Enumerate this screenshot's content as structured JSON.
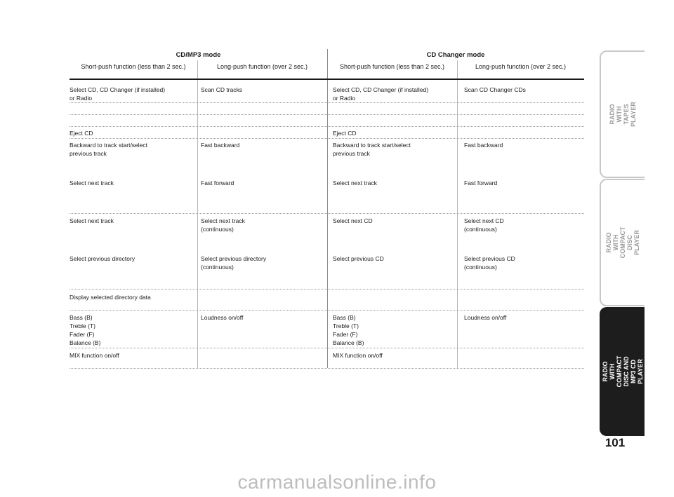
{
  "headers": {
    "group_left": "CD/MP3 mode",
    "group_right": "CD Changer mode",
    "sub": [
      "Short-push function (less than 2 sec.)",
      "Long-push function (over 2 sec.)",
      "Short-push function (less than 2 sec.)",
      "Long-push function (over 2 sec.)"
    ]
  },
  "rows": [
    [
      "Select CD, CD Changer (if installed)\nor Radio",
      "Scan CD tracks",
      "Select CD, CD Changer (if installed)\nor Radio",
      "Scan CD Changer CDs"
    ],
    [
      "",
      "",
      "",
      ""
    ],
    [
      "",
      "",
      "",
      ""
    ],
    [
      "Eject CD",
      "",
      "Eject CD",
      ""
    ],
    [
      "Backward to track start/select\nprevious track",
      "Fast backward",
      "Backward to track start/select\nprevious track",
      "Fast backward"
    ],
    [
      "Select next track",
      "Fast forward",
      "Select next track",
      "Fast forward"
    ],
    [
      "Select next track",
      "Select next track\n(continuous)",
      "Select next CD",
      "Select next CD\n(continuous)"
    ],
    [
      "Select previous directory",
      "Select previous directory\n(continuous)",
      "Select previous CD",
      "Select previous CD\n(continuous)"
    ],
    [
      "Display selected directory data",
      "",
      "",
      ""
    ],
    [
      "Bass (B)\nTreble (T)\nFader (F)\nBalance (B)",
      "Loudness on/off",
      "Bass (B)\nTreble (T)\nFader (F)\nBalance (B)",
      "Loudness on/off"
    ],
    [
      "MIX function on/off",
      "",
      "MIX function on/off",
      ""
    ]
  ],
  "side_tabs": [
    {
      "label": "RADIO WITH\nTAPES PLAYER",
      "active": false
    },
    {
      "label": "RADIO WITH\nCOMPACT DISC PLAYER",
      "active": false
    },
    {
      "label": "RADIO WITH\nCOMPACT DISC AND MP3 CD PLAYER",
      "active": true
    }
  ],
  "page_number": "101",
  "watermark": "carmanualsonline.info"
}
